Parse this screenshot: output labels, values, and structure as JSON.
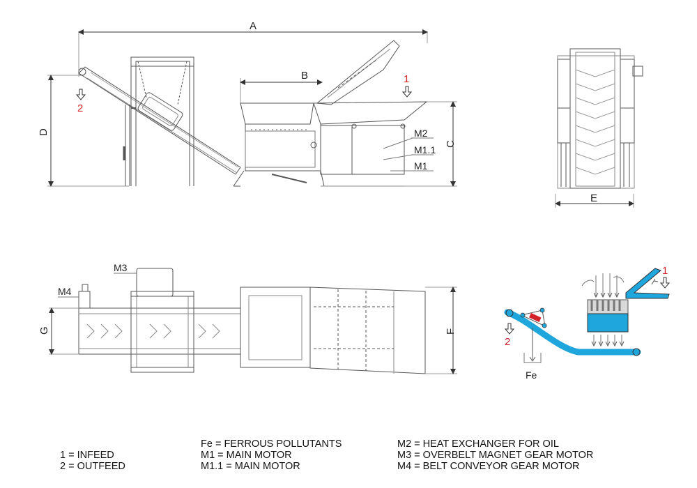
{
  "dimensions": {
    "a": "A",
    "b": "B",
    "c": "C",
    "d": "D",
    "e": "E",
    "f": "F",
    "g": "G"
  },
  "flow": {
    "infeed_num": "1",
    "outfeed_num": "2"
  },
  "callouts": {
    "m1": "M1",
    "m1_1": "M1.1",
    "m2": "M2",
    "m3": "M3",
    "m4": "M4",
    "fe": "Fe"
  },
  "colors": {
    "accent_blue": "#1ea6dd",
    "flow_red": "#d2232a",
    "line": "#555555"
  },
  "legend": {
    "col1": [
      "1 = INFEED",
      "2 = OUTFEED"
    ],
    "col2": [
      "Fe = FERROUS POLLUTANTS",
      "M1 = MAIN MOTOR",
      "M1.1 = MAIN MOTOR"
    ],
    "col3": [
      "M2 = HEAT EXCHANGER FOR OIL",
      "M3 = OVERBELT MAGNET GEAR MOTOR",
      "M4 = BELT CONVEYOR GEAR MOTOR"
    ]
  }
}
